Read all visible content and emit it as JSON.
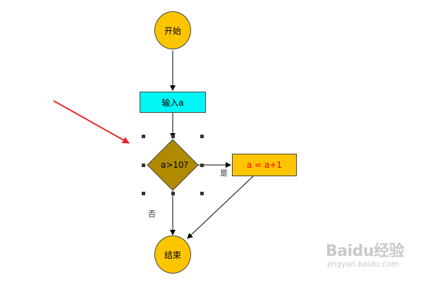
{
  "flowchart": {
    "start": "开始",
    "input": "输入a",
    "decision": "a>10?",
    "process": "a = a+1",
    "end": "结束",
    "yes_label": "是",
    "no_label": "否"
  },
  "colors": {
    "terminal": "#fbc500",
    "input": "#00f5f5",
    "decision": "#b08a00",
    "process": "#ffc400",
    "process_text": "#ff0000",
    "arrow_annotation": "#e8262a"
  },
  "watermark": {
    "brand": "Baidu经验",
    "url": "jingyan.baidu.com"
  }
}
